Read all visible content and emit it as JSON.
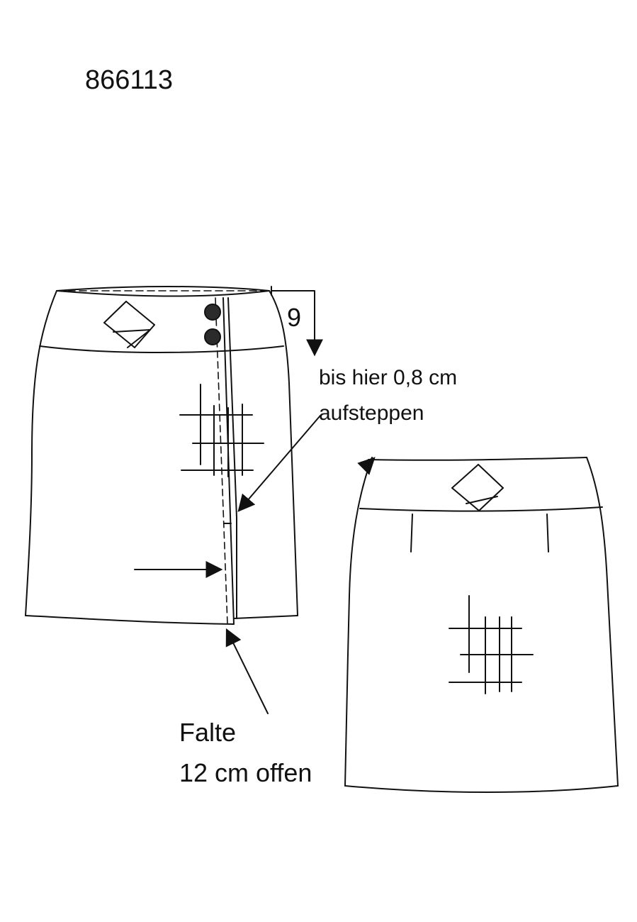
{
  "article_number": "866113",
  "annotations": {
    "top_dimension": "9",
    "topstitch_note_line1": "bis hier 0,8 cm",
    "topstitch_note_line2": "aufsteppen",
    "fold_note_line1": "Falte",
    "fold_note_line2": "12 cm offen"
  },
  "views": {
    "front": {
      "buttons": 2
    },
    "back": {
      "darts": 2
    }
  },
  "colors": {
    "line": "#111111",
    "button_fill": "#2b2b2b",
    "background": "#ffffff"
  }
}
